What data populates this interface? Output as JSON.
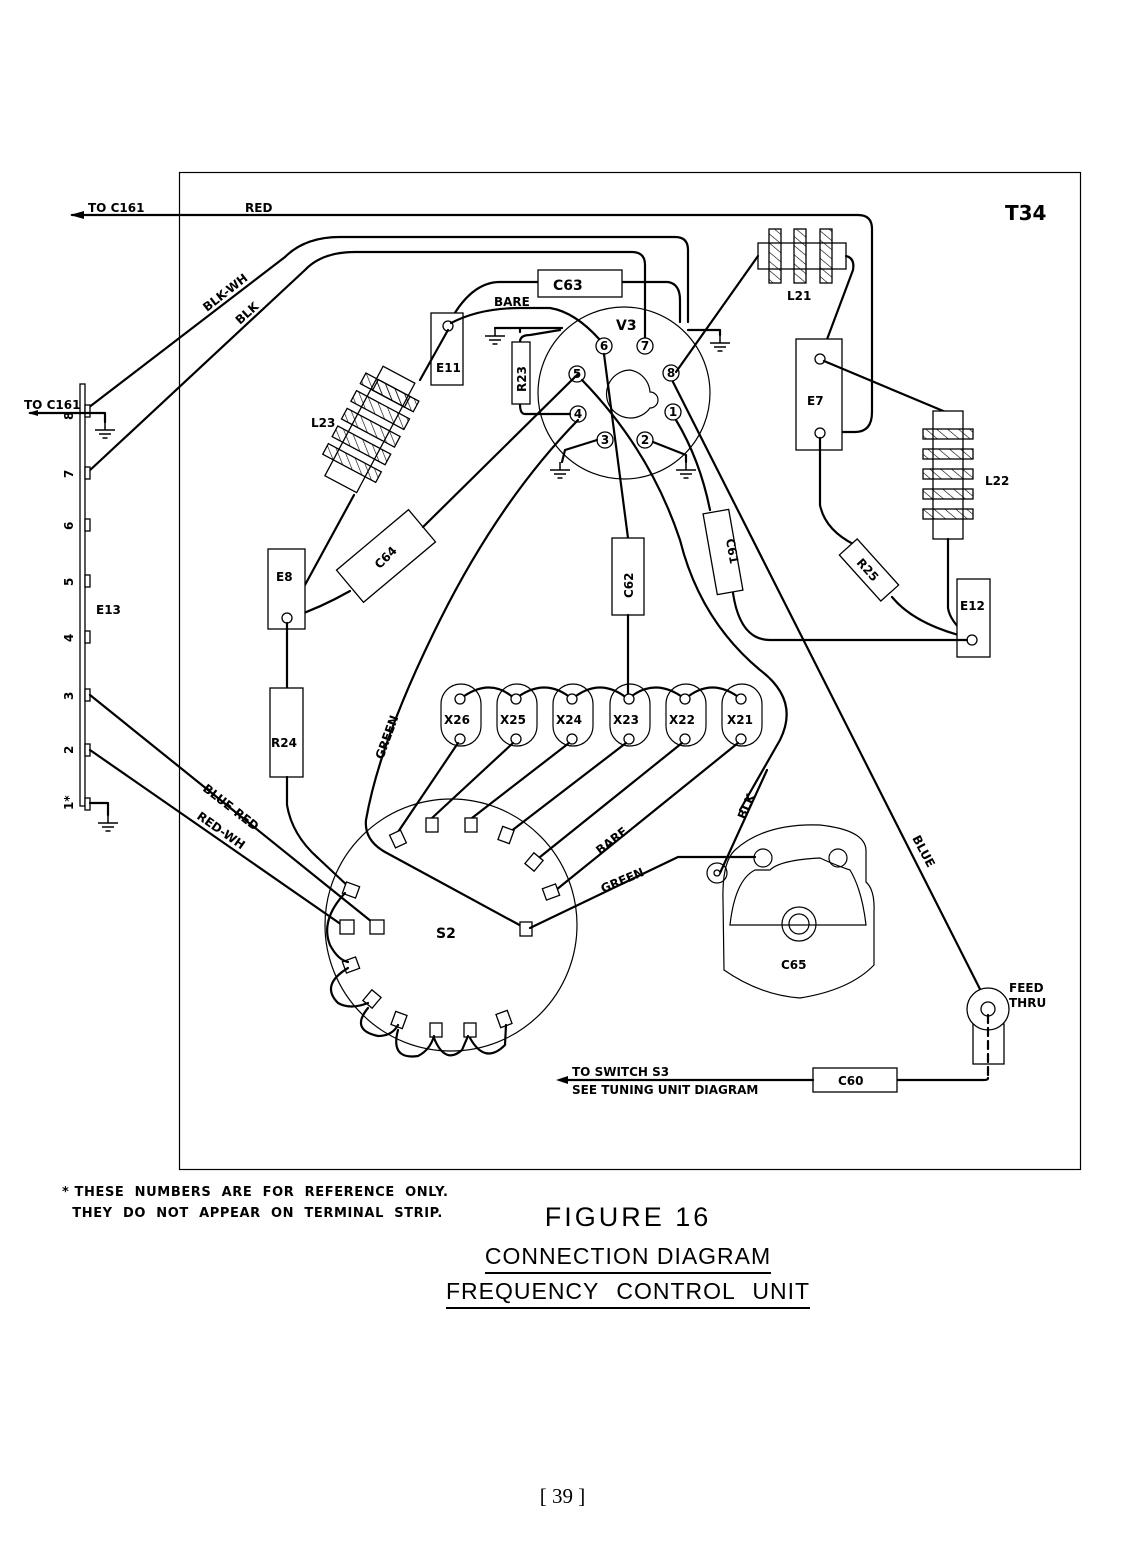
{
  "diagram": {
    "model": "T34",
    "external": {
      "to_c161_top": "TO C161",
      "red_wire": "RED",
      "to_c161_left": "TO C161",
      "to_switch_line1": "TO SWITCH S3",
      "to_switch_line2": "SEE TUNING UNIT DIAGRAM",
      "feed_thru_line1": "FEED",
      "feed_thru_line2": "THRU"
    },
    "wires": {
      "blk_wh": "BLK-WH",
      "blk": "BLK",
      "bare_top": "BARE",
      "green_left": "GREEN",
      "blue_red": "BLUE-RED",
      "red_wh": "RED-WH",
      "bare_right": "BARE",
      "green_right": "GREEN",
      "blk_c65": "BLK",
      "blue": "BLUE"
    },
    "components": {
      "tube": "V3",
      "c63": "C63",
      "c64": "C64",
      "c62": "C62",
      "c61": "C61",
      "c60": "C60",
      "c65": "C65",
      "r23": "R23",
      "r24": "R24",
      "r25": "R25",
      "l21": "L21",
      "l22": "L22",
      "l23": "L23",
      "e7": "E7",
      "e8": "E8",
      "e11": "E11",
      "e12": "E12",
      "e13": "E13",
      "s2": "S2"
    },
    "tube_pins": [
      "1",
      "2",
      "3",
      "4",
      "5",
      "6",
      "7",
      "8"
    ],
    "terminal_strip": [
      "1*",
      "2",
      "3",
      "4",
      "5",
      "6",
      "7",
      "8"
    ],
    "crystals": [
      "X26",
      "X25",
      "X24",
      "X23",
      "X22",
      "X21"
    ]
  },
  "footnote": {
    "line1": "* THESE  NUMBERS  ARE  FOR  REFERENCE  ONLY.",
    "line2": "  THEY  DO  NOT  APPEAR  ON  TERMINAL  STRIP."
  },
  "caption": {
    "figure": "FIGURE 16",
    "title": "CONNECTION  DIAGRAM",
    "subtitle": "FREQUENCY  CONTROL  UNIT"
  },
  "page_number": "[ 39 ]"
}
